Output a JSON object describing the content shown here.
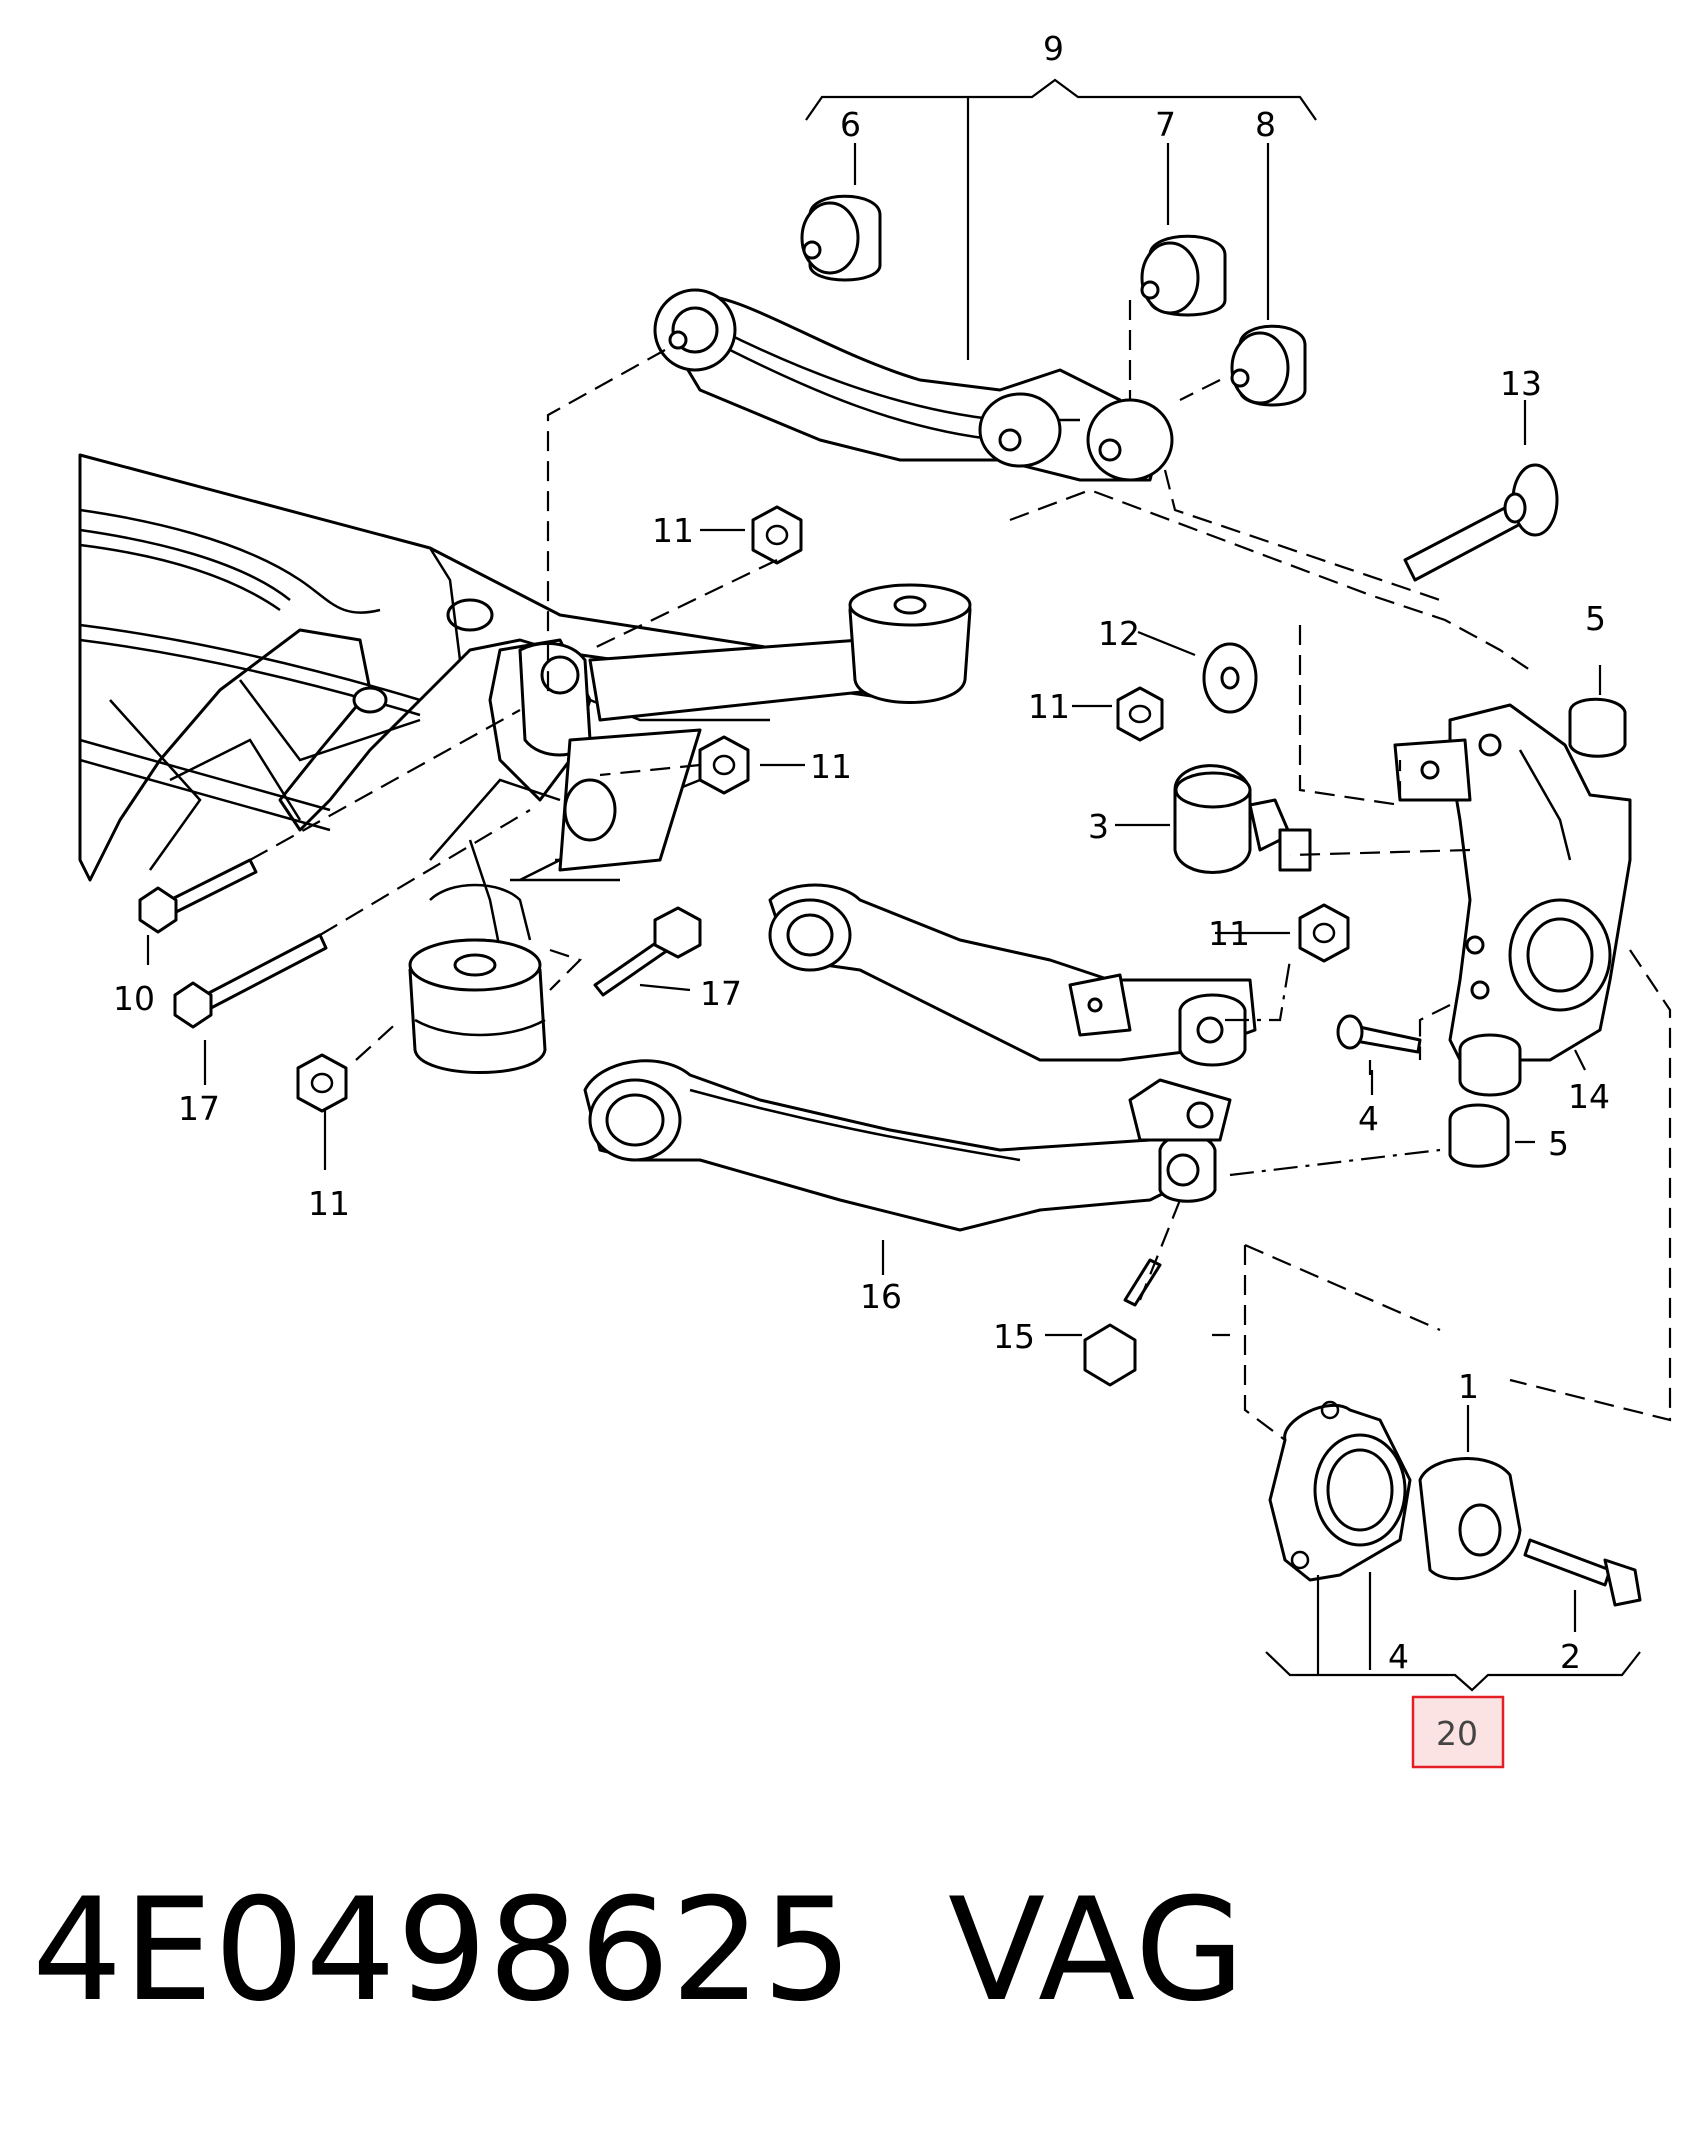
{
  "diagram": {
    "callouts": {
      "c1": "1",
      "c2": "2",
      "c3": "3",
      "c4a": "4",
      "c4b": "4",
      "c5a": "5",
      "c5b": "5",
      "c6": "6",
      "c7": "7",
      "c8": "8",
      "c9": "9",
      "c10": "10",
      "c11a": "11",
      "c11b": "11",
      "c11c": "11",
      "c11d": "11",
      "c11e": "11",
      "c12": "12",
      "c13": "13",
      "c14": "14",
      "c15": "15",
      "c16": "16",
      "c17a": "17",
      "c17b": "17",
      "c20": "20"
    },
    "highlight_color": "#e31e24",
    "highlight_fill": "#fbe3e4"
  },
  "footer": {
    "part_number": "4E0498625",
    "manufacturer": "VAG"
  }
}
